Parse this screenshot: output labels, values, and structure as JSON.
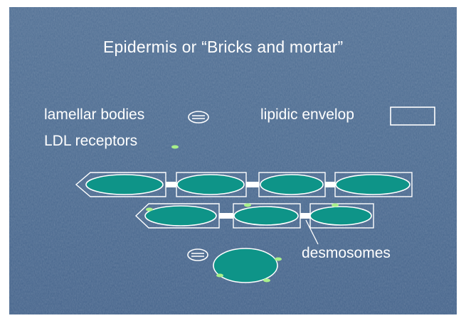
{
  "slide": {
    "title": "Epidermis or “Bricks and mortar”",
    "labels": {
      "lamellar_bodies": "lamellar bodies",
      "lipidic_envelop": "lipidic envelop",
      "ldl_receptors": "LDL receptors",
      "desmosomes": "desmosomes"
    }
  },
  "colors": {
    "background": "#4a6a90",
    "cell_fill": "#0e9488",
    "receptor": "#a8f08a",
    "outline": "#ffffff"
  }
}
